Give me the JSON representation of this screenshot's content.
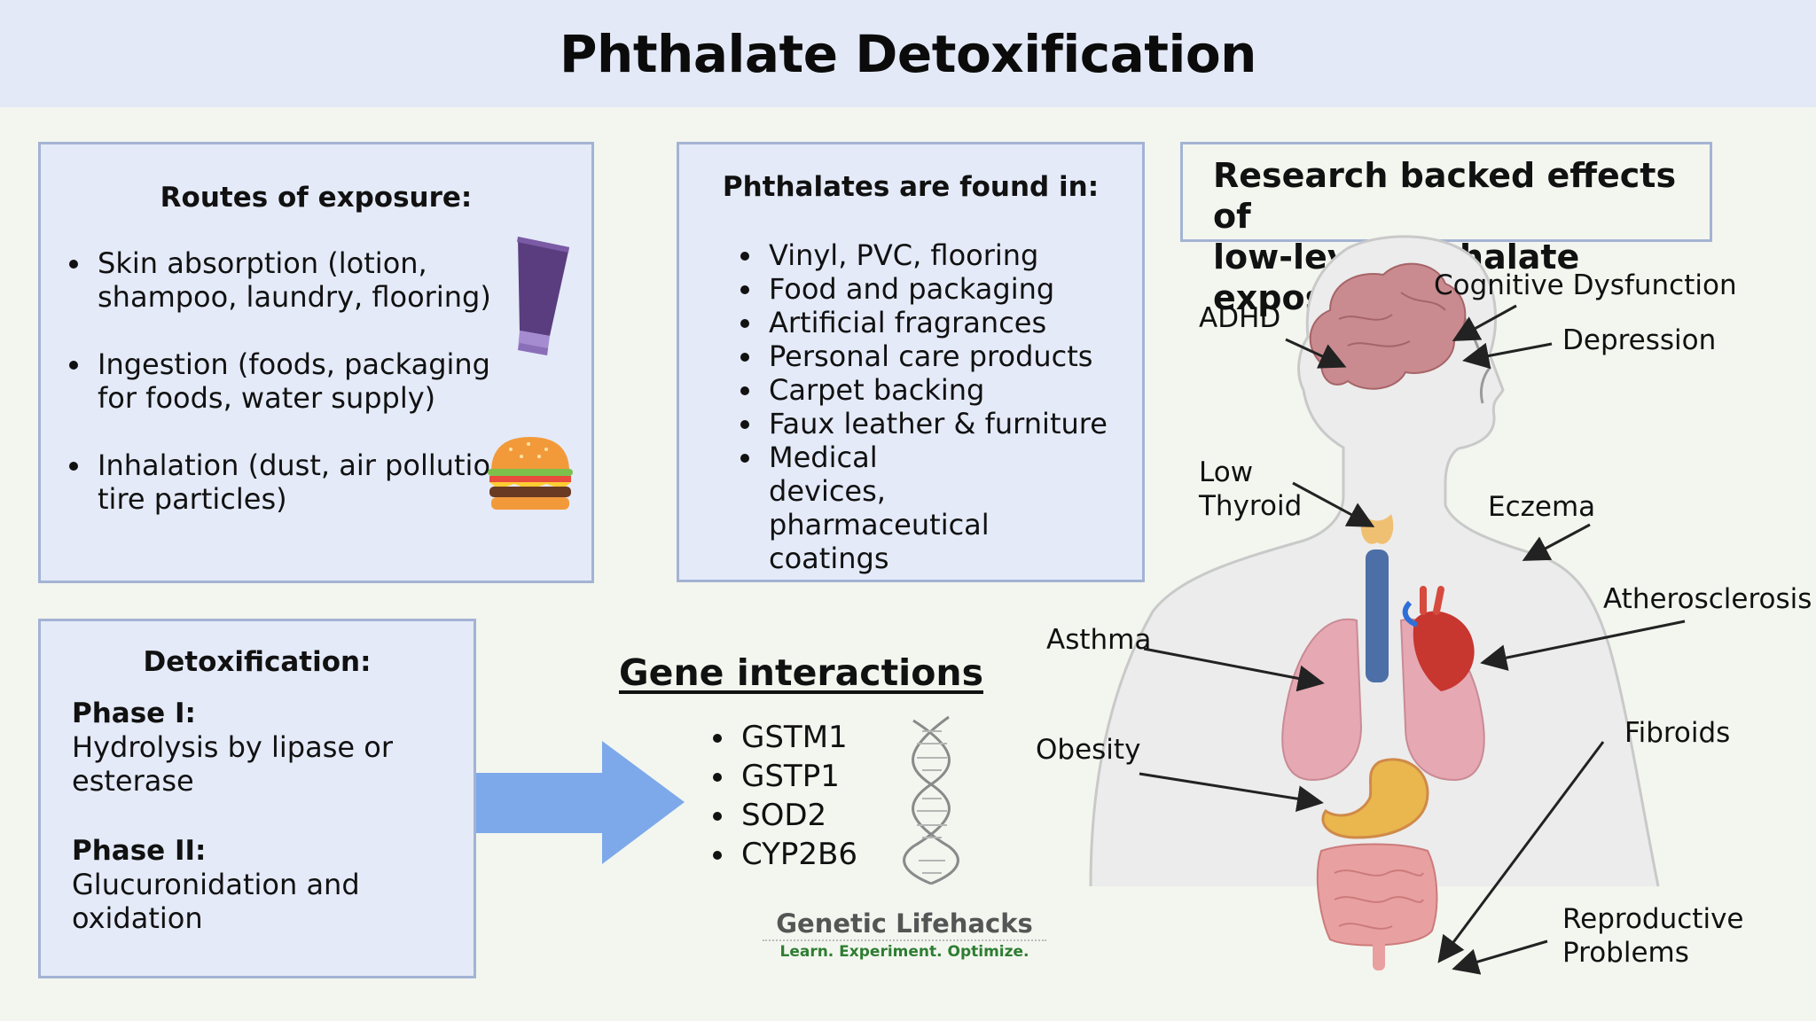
{
  "title": "Phthalate Detoxification",
  "routes": {
    "heading": "Routes of exposure:",
    "items": [
      "Skin absorption (lotion, shampoo, laundry, flooring)",
      "Ingestion (foods, packaging for foods, water supply)",
      "Inhalation (dust, air pollution, tire particles)"
    ]
  },
  "found": {
    "heading": "Phthalates are found in:",
    "items": [
      "Vinyl, PVC, flooring",
      "Food and packaging",
      "Artificial fragrances",
      "Personal care products",
      "Carpet backing",
      "Faux leather & furniture",
      "Medical devices, pharmaceutical coatings"
    ]
  },
  "detox": {
    "heading": "Detoxification:",
    "phase1_label": "Phase I:",
    "phase1_text": "Hydrolysis by lipase or esterase",
    "phase2_label": "Phase II:",
    "phase2_text": "Glucuronidation and oxidation"
  },
  "genes": {
    "heading": "Gene interactions",
    "items": [
      "GSTM1",
      "GSTP1",
      "SOD2",
      "CYP2B6"
    ]
  },
  "effects": {
    "heading_line1": "Research backed effects of",
    "heading_line2": "low-level phthalate exposure:",
    "adhd": "ADHD",
    "cognitive": "Cognitive Dysfunction",
    "depression": "Depression",
    "low_thyroid_1": "Low",
    "low_thyroid_2": "Thyroid",
    "eczema": "Eczema",
    "atherosclerosis": "Atherosclerosis",
    "asthma": "Asthma",
    "obesity": "Obesity",
    "fibroids": "Fibroids",
    "reproductive_1": "Reproductive",
    "reproductive_2": "Problems"
  },
  "logo": {
    "name": "Genetic Lifehacks",
    "tagline": "Learn. Experiment. Optimize."
  },
  "colors": {
    "header_bg": "#e3e9f7",
    "box_bg": "#e4eaf8",
    "box_border": "#a3b3d4",
    "arrow": "#7da9ea",
    "tube": "#5a3d7f",
    "logo_green": "#2e7d32"
  },
  "icons": [
    "lotion-tube-icon",
    "burger-icon",
    "dna-helix-icon",
    "human-body-illustration"
  ]
}
